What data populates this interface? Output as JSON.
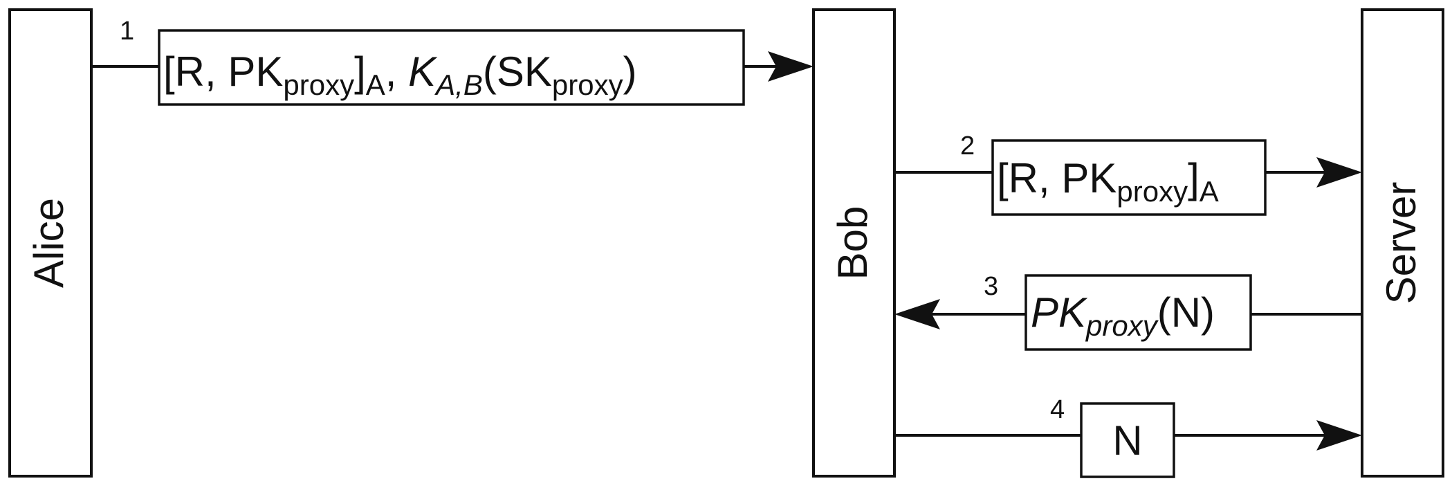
{
  "actors": {
    "alice": "Alice",
    "bob": "Bob",
    "server": "Server"
  },
  "messages": {
    "m1": {
      "number": "1",
      "bracket_open": "[",
      "r": "R, PK",
      "proxy": "proxy",
      "bracket_close": "]",
      "signer": "A",
      "comma": ", ",
      "k": "K",
      "k_sub": "A,B",
      "paren_open": "(SK",
      "proxy2": "proxy",
      "paren_close": ")"
    },
    "m2": {
      "number": "2",
      "bracket_open": "[",
      "r": "R, PK",
      "proxy": "proxy",
      "bracket_close": "]",
      "signer": "A"
    },
    "m3": {
      "number": "3",
      "pk": "PK",
      "proxy": "proxy",
      "arg": "(N)"
    },
    "m4": {
      "number": "4",
      "n": "N"
    }
  }
}
